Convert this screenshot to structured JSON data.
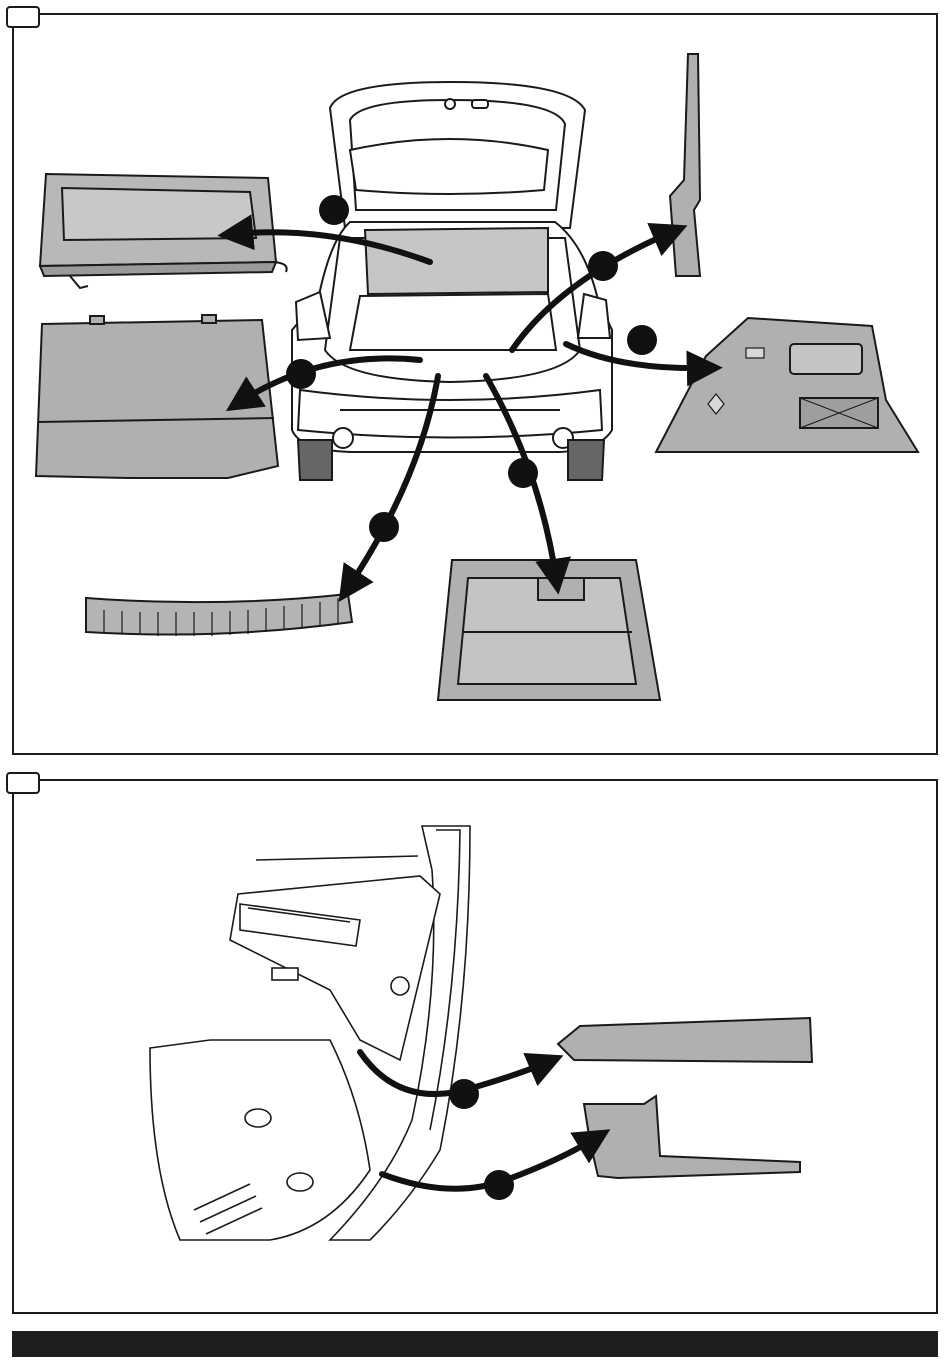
{
  "steps": [
    {
      "tab_label": ""
    },
    {
      "tab_label": ""
    }
  ],
  "colors": {
    "outline": "#1a1a1a",
    "part_fill": "#b0b0b0",
    "part_fill_light": "#c8c8c8",
    "arrow": "#111111",
    "callout": "#111111"
  },
  "icons": [
    "vehicle-rear-icon",
    "dashboard-interior-icon",
    "removal-arrow-icon",
    "callout-dot-icon"
  ],
  "parts_panel1": [
    "parcel-shelf",
    "trunk-floor-panel",
    "loading-sill-trim",
    "storage-tray",
    "left-pillar-trim",
    "side-trim-panel-with-net"
  ],
  "parts_panel2": [
    "dash-side-cover",
    "a-pillar-sill-trim"
  ],
  "footer": {
    "text": ""
  }
}
